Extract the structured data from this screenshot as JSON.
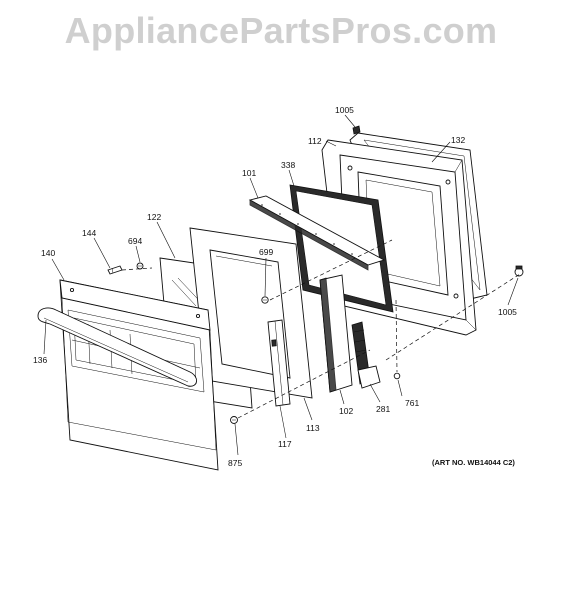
{
  "watermark": "AppliancePartsPros.com",
  "art_number": "(ART NO. WB14044 C2)",
  "callouts": {
    "p1005a": "1005",
    "p112": "112",
    "p132": "132",
    "p338": "338",
    "p101": "101",
    "p122": "122",
    "p144": "144",
    "p694": "694",
    "p140": "140",
    "p699": "699",
    "p136": "136",
    "p1005b": "1005",
    "p761": "761",
    "p281": "281",
    "p102": "102",
    "p113": "113",
    "p117": "117",
    "p875": "875"
  }
}
